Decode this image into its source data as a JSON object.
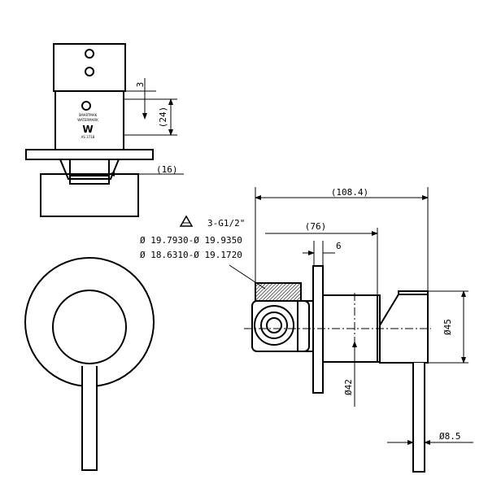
{
  "colors": {
    "line": "#000000",
    "background": "#ffffff"
  },
  "top_view": {
    "dim_gap": "3",
    "dim_height": "(24)",
    "dim_flange": "(16)",
    "logo": {
      "icon": "logo-mark-icon",
      "line1": "SMARTMAK",
      "line2": "WATERMARK",
      "mark": "W",
      "line3": "AS 3718"
    }
  },
  "side_view": {
    "dim_overall": "(108.4)",
    "dim_body": "(76)",
    "dim_nut": "6",
    "warning_icon": "triangle-icon",
    "thread_label": "3-G1/2\"",
    "diameter_spec_1": "Ø 19.7930-Ø 19.9350",
    "diameter_spec_2": "Ø 18.6310-Ø 19.1720",
    "dim_handle_dia": "Ø45",
    "dim_body_dia": "Ø42",
    "dim_lever_dia": "Ø8.5"
  }
}
